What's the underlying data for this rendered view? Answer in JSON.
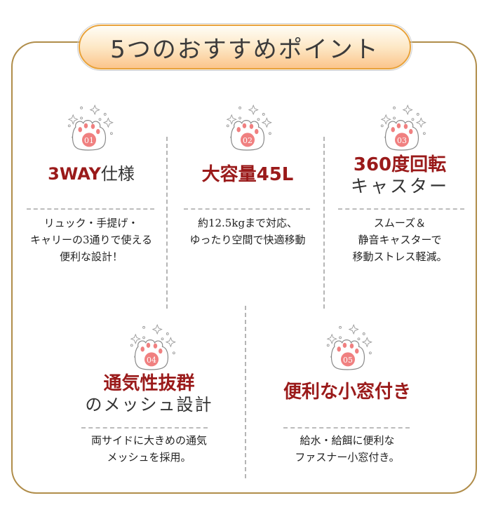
{
  "title": "5つのおすすめポイント",
  "colors": {
    "accent_red": "#9a1a1a",
    "frame_gold": "#b08d4a",
    "pill_border": "#e8a23a",
    "paw_pink": "#f08080"
  },
  "points": [
    {
      "number": "01",
      "icon": "paw-icon",
      "heading_main": "3WAY",
      "heading_suffix": "仕様",
      "heading_sub": "",
      "description": "リュック・手提げ・\nキャリーの3通りで使える\n便利な設計！"
    },
    {
      "number": "02",
      "icon": "paw-icon",
      "heading_main": "大容量45L",
      "heading_suffix": "",
      "heading_sub": "",
      "description": "約12.5kgまで対応、\nゆったり空間で快適移動"
    },
    {
      "number": "03",
      "icon": "paw-icon",
      "heading_main": "360度回転",
      "heading_suffix": "",
      "heading_sub": "キャスター",
      "description": "スムーズ＆\n静音キャスターで\n移動ストレス軽減。"
    },
    {
      "number": "04",
      "icon": "paw-icon",
      "heading_main": "通気性抜群",
      "heading_suffix": "",
      "heading_sub": "のメッシュ設計",
      "description": "両サイドに大きめの通気\nメッシュを採用。"
    },
    {
      "number": "05",
      "icon": "paw-icon",
      "heading_main": "便利な小窓付き",
      "heading_suffix": "",
      "heading_sub": "",
      "description": "給水・給餌に便利な\nファスナー小窓付き。"
    }
  ]
}
